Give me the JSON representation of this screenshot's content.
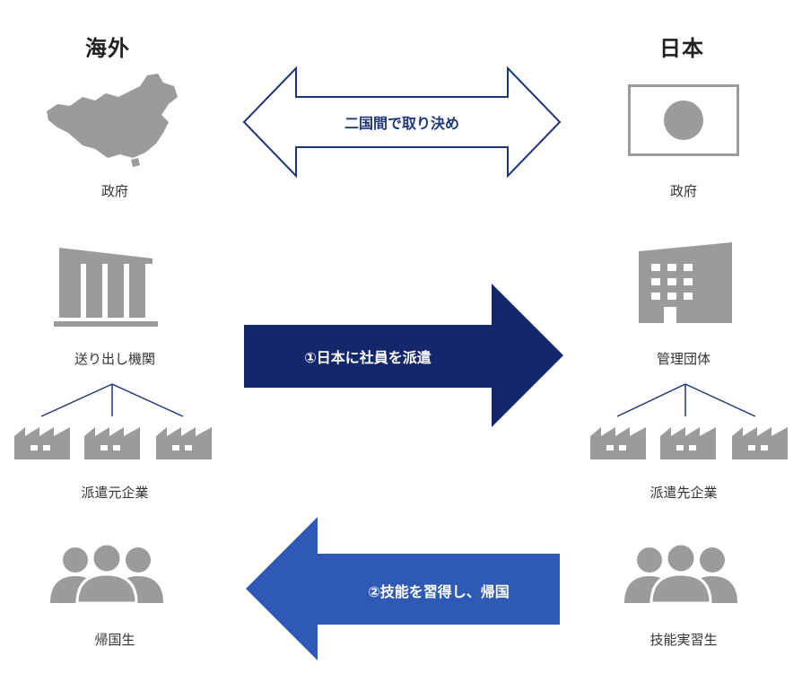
{
  "headings": {
    "overseas": "海外",
    "japan": "日本"
  },
  "overseas": {
    "government": "政府",
    "sending_org": "送り出し機関",
    "dispatch_company": "派遣元企業",
    "returnee": "帰国生"
  },
  "japan": {
    "government": "政府",
    "supervising_org": "管理団体",
    "host_company": "派遣先企業",
    "trainee": "技能実習生"
  },
  "arrows": {
    "agreement": "二国間で取り決め",
    "dispatch": "①日本に社員を派遣",
    "return": "②技能を習得し、帰国"
  },
  "colors": {
    "navy": "#13276a",
    "blue": "#2e5ab5",
    "outline": "#1f3778",
    "icon_gray": "#9b9b9b"
  }
}
